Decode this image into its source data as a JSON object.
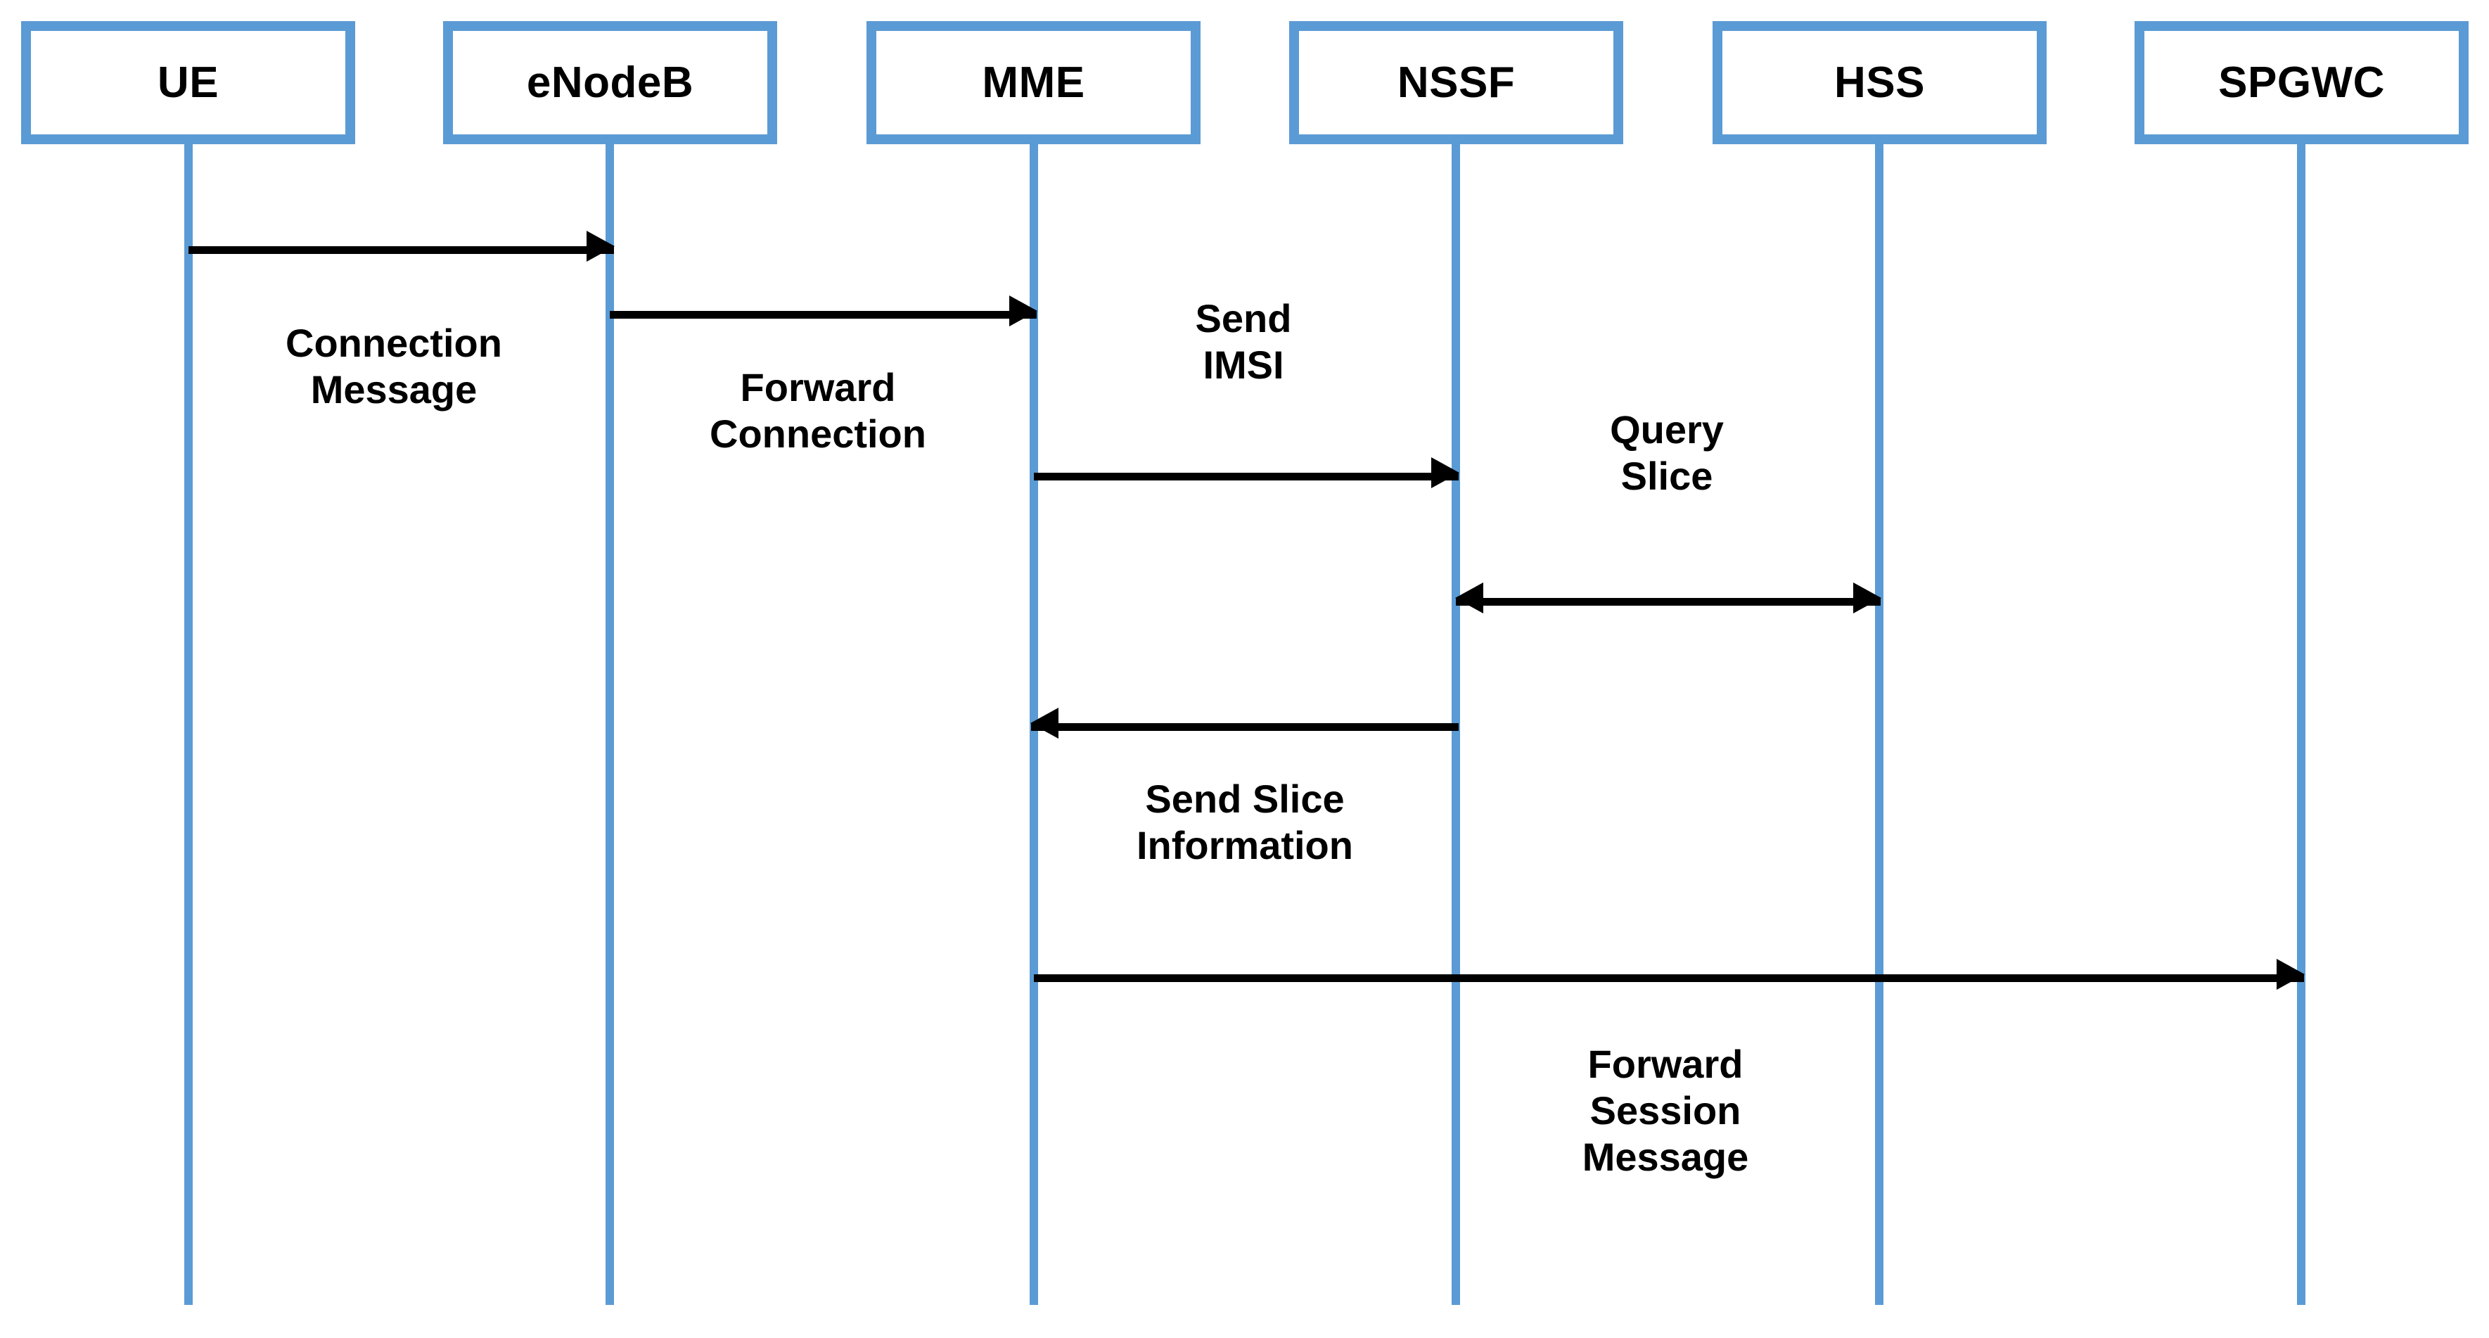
{
  "diagram": {
    "type": "sequence-diagram",
    "title": "",
    "background_color": "#FFFFFF",
    "accent_color": "#5B9BD5",
    "line_color": "#000000",
    "participants": [
      {
        "id": "ue",
        "label": "UE"
      },
      {
        "id": "enodeb",
        "label": "eNodeB"
      },
      {
        "id": "mme",
        "label": "MME"
      },
      {
        "id": "nssf",
        "label": "NSSF"
      },
      {
        "id": "hss",
        "label": "HSS"
      },
      {
        "id": "spgwc",
        "label": "SPGWC"
      }
    ],
    "messages": [
      {
        "index": 1,
        "from": "ue",
        "to": "enodeb",
        "direction": "right",
        "label": "Connection\nMessage",
        "label_position": "below"
      },
      {
        "index": 2,
        "from": "enodeb",
        "to": "mme",
        "direction": "right",
        "label": "Forward\nConnection",
        "label_position": "below"
      },
      {
        "index": 3,
        "from": "mme",
        "to": "nssf",
        "direction": "right",
        "label": "Send\nIMSI",
        "label_position": "above"
      },
      {
        "index": 4,
        "from": "nssf",
        "to": "hss",
        "direction": "both",
        "label": "Query\nSlice",
        "label_position": "above"
      },
      {
        "index": 5,
        "from": "nssf",
        "to": "mme",
        "direction": "left",
        "label": "Send Slice\nInformation",
        "label_position": "below"
      },
      {
        "index": 6,
        "from": "mme",
        "to": "spgwc",
        "direction": "right",
        "label": "Forward\nSession\nMessage",
        "label_position": "below"
      }
    ]
  }
}
